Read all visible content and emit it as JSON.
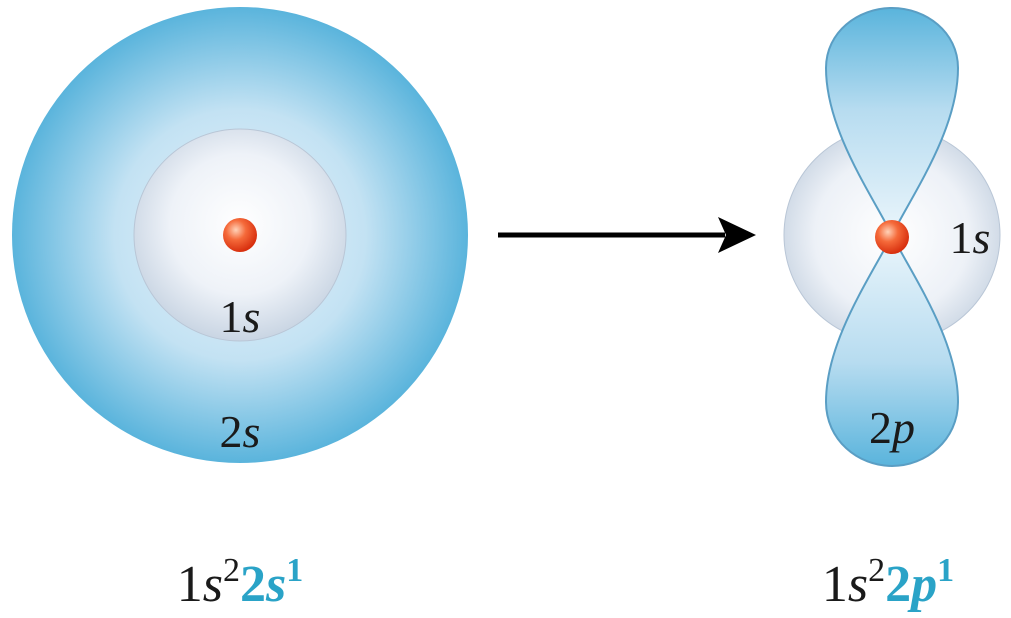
{
  "colors": {
    "orbital_outer": "#5ab4dc",
    "orbital_light": "#ddeef8",
    "core_light": "#f2f5fa",
    "core_edge": "#b9c6d6",
    "nucleus": "#f0441c",
    "accent": "#2aa3c7",
    "arrow": "#000000"
  },
  "left": {
    "label_1s": {
      "num": "1",
      "letter": "s"
    },
    "label_2s": {
      "num": "2",
      "letter": "s"
    },
    "config": {
      "core_num": "1",
      "core_letter": "s",
      "core_sup": "2",
      "val_num": "2",
      "val_letter": "s",
      "val_sup": "1"
    }
  },
  "right": {
    "label_1s": {
      "num": "1",
      "letter": "s"
    },
    "label_2p": {
      "num": "2",
      "letter": "p"
    },
    "config": {
      "core_num": "1",
      "core_letter": "s",
      "core_sup": "2",
      "val_num": "2",
      "val_letter": "p",
      "val_sup": "1"
    }
  }
}
